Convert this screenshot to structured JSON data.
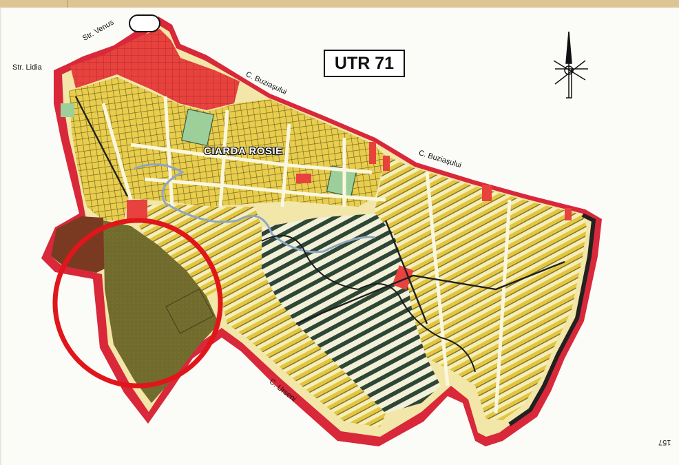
{
  "map": {
    "title": "UTR 71",
    "district_label": "CIARDA ROSIE",
    "streets": {
      "lidia": "Str. Lidia",
      "venus": "Str. Venus",
      "buziasului_1": "C. Buziașului",
      "buziasului_2": "C. Buziașului",
      "urseni": "C. Urseni"
    },
    "page_number": "157",
    "icons": [
      "north-arrow-icon"
    ],
    "colors": {
      "boundary": "#d8283a",
      "residential": "#e9d25a",
      "residential_light": "#f4ecb2",
      "industrial": "#e8423e",
      "green_space": "#9ccf9a",
      "dark_parcels": "#2f4a3a",
      "olive_area": "#6f6a2c",
      "highlight_circle": "#e0161a"
    }
  }
}
